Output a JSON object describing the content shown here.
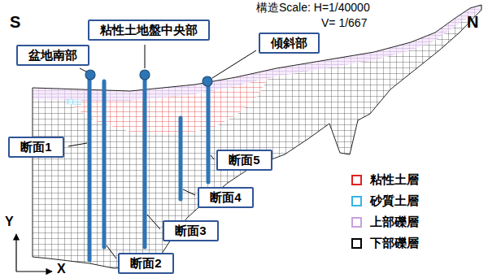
{
  "diagram": {
    "nodes": [
      {
        "text": [
          "盆地南部"
        ]
      },
      {
        "text": [
          "粘性土地盤中央部"
        ]
      },
      {
        "text": [
          "傾斜部"
        ]
      },
      {
        "text": [
          "断面1"
        ]
      },
      {
        "text": [
          "断面5"
        ]
      },
      {
        "text": [
          "断面4"
        ]
      },
      {
        "text": [
          "断面3"
        ]
      },
      {
        "text": [
          "断面2"
        ]
      }
    ],
    "labels": [
      "S",
      "構造Scale: H=1/40000",
      "V= 1/667",
      "N",
      "Y",
      "X"
    ],
    "legend": [
      {
        "text": "粘性土層",
        "color": "#e02020"
      },
      {
        "text": "砂質土層",
        "color": "#33b5e5"
      },
      {
        "text": "上部礫層",
        "color": "#c8a0dc"
      },
      {
        "text": "下部礫層",
        "color": "#000000"
      }
    ]
  }
}
